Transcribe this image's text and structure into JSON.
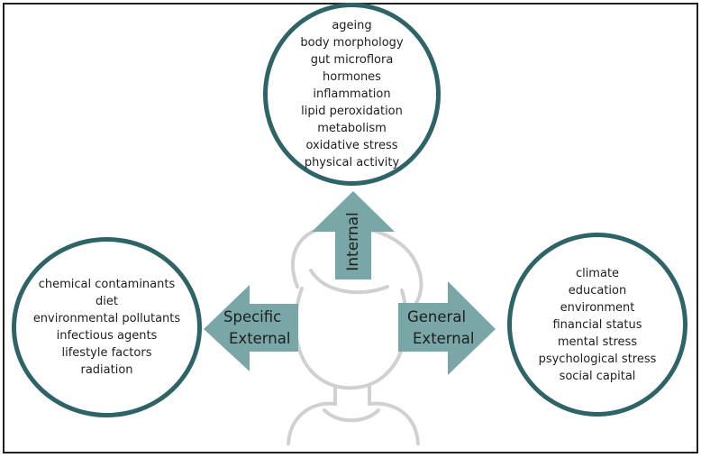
{
  "colors": {
    "ring": "#2e6468",
    "arrow": "#79a7a7",
    "figure": "#d0d0d0"
  },
  "internal": {
    "label": "Internal",
    "items": [
      "ageing",
      "body morphology",
      "gut microflora",
      "hormones",
      "inflammation",
      "lipid peroxidation",
      "metabolism",
      "oxidative stress",
      "physical activity"
    ]
  },
  "specific": {
    "label_line1": "Specific",
    "label_line2": "External",
    "items": [
      "chemical contaminants",
      "diet",
      "environmental pollutants",
      "infectious agents",
      "lifestyle factors",
      "radiation"
    ]
  },
  "general": {
    "label_line1": "General",
    "label_line2": "External",
    "items": [
      "climate",
      "education",
      "environment",
      "financial status",
      "mental stress",
      "psychological stress",
      "social capital"
    ]
  }
}
